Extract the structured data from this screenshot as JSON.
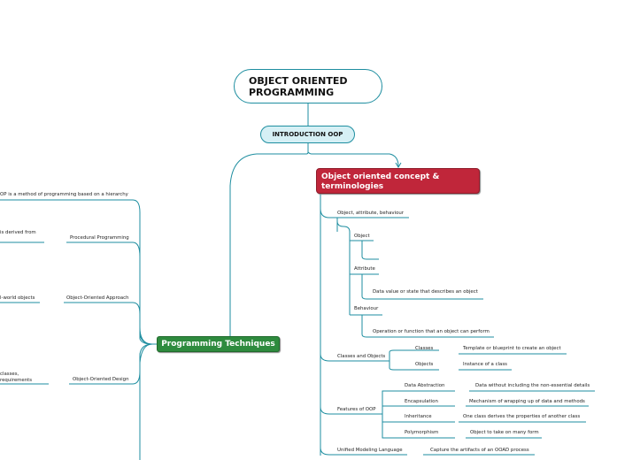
{
  "root": {
    "line1": "OBJECT ORIENTED",
    "line2": "PROGRAMMING"
  },
  "intro": "INTRODUCTION OOP",
  "oop_concept": {
    "line1": "Object oriented concept &",
    "line2": "terminologies"
  },
  "programming_techniques": "Programming Techniques",
  "left_items": {
    "oop_method": "OP is a method of programming based on a hierarchy",
    "derived": "is derived from",
    "procedural": "Procedural Programming",
    "real_world": "l-world objects",
    "oo_approach": "Object-Oriented Approach",
    "classes_frag": "classes,",
    "requirements_frag": "requirements",
    "oo_design": "Object-Oriented Design"
  },
  "right_items": {
    "oab": "Object, attribute, behaviour",
    "object": "Object",
    "object_blank": "",
    "attribute": "Attribute",
    "attribute_desc": "Data value or state that describes an object",
    "behaviour": "Behaviour",
    "behaviour_desc": "Operation or function that an object can perform",
    "classes_objects": "Classes and Objects",
    "classes": "Classes",
    "classes_desc": "Template or blueprint to create an object",
    "objects": "Objects",
    "objects_desc": "Instance of a class",
    "features": "Features of OOP",
    "abstraction": "Data Abstraction",
    "abstraction_desc": "Data without including the non-essential details",
    "encapsulation": "Encapsulation",
    "encapsulation_desc": "Mechanism of wrapping up of data and methods",
    "inheritance": "Inheritance",
    "inheritance_desc": "One class derives the properties of another class",
    "polymorphism": "Polymorphism",
    "polymorphism_desc": "Object to take on many form",
    "uml": "Unified Modeling Language",
    "uml_desc": "Capture the artifacts of an OOAD process"
  },
  "colors": {
    "line": "#1e8ea0",
    "oop_fill": "#c0263a",
    "pt_fill": "#2e8b3e",
    "intro_fill": "#d6f0f5"
  }
}
